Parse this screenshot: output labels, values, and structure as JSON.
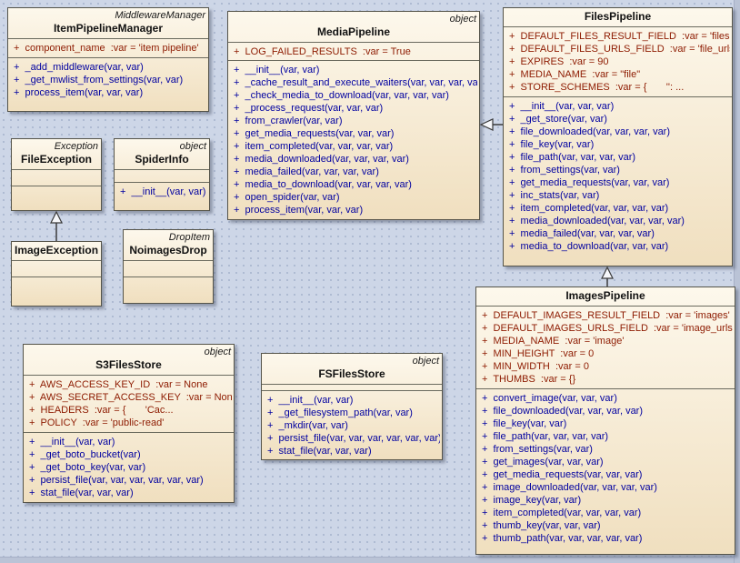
{
  "colors": {
    "canvas_bg": "#cdd6e7",
    "canvas_dot": "#a9b6cf",
    "box_fill_top": "#fdf8ec",
    "box_fill_bottom": "#f0dfbf",
    "box_border": "#55544a",
    "attr_text": "#8d1a00",
    "method_text": "#0000a0",
    "name_text": "#111111"
  },
  "classes": [
    {
      "stereotype": "MiddlewareManager",
      "name": "ItemPipelineManager",
      "attributes": [
        "+  component_name  :var = 'item pipeline'"
      ],
      "methods": [
        "+  _add_middleware(var, var)",
        "+  _get_mwlist_from_settings(var, var)",
        "+  process_item(var, var, var)"
      ]
    },
    {
      "stereotype": "object",
      "name": "MediaPipeline",
      "attributes": [
        "+  LOG_FAILED_RESULTS  :var = True"
      ],
      "methods": [
        "+  __init__(var, var)",
        "+  _cache_result_and_execute_waiters(var, var, var, var)",
        "+  _check_media_to_download(var, var, var, var)",
        "+  _process_request(var, var, var)",
        "+  from_crawler(var, var)",
        "+  get_media_requests(var, var, var)",
        "+  item_completed(var, var, var, var)",
        "+  media_downloaded(var, var, var, var)",
        "+  media_failed(var, var, var, var)",
        "+  media_to_download(var, var, var, var)",
        "+  open_spider(var, var)",
        "+  process_item(var, var, var)"
      ]
    },
    {
      "stereotype": "",
      "name": "FilesPipeline",
      "attributes": [
        "+  DEFAULT_FILES_RESULT_FIELD  :var = 'files'",
        "+  DEFAULT_FILES_URLS_FIELD  :var = 'file_urls'",
        "+  EXPIRES  :var = 90",
        "+  MEDIA_NAME  :var = \"file\"",
        "+  STORE_SCHEMES  :var = {       '': ..."
      ],
      "methods": [
        "+  __init__(var, var, var)",
        "+  _get_store(var, var)",
        "+  file_downloaded(var, var, var, var)",
        "+  file_key(var, var)",
        "+  file_path(var, var, var, var)",
        "+  from_settings(var, var)",
        "+  get_media_requests(var, var, var)",
        "+  inc_stats(var, var)",
        "+  item_completed(var, var, var, var)",
        "+  media_downloaded(var, var, var, var)",
        "+  media_failed(var, var, var, var)",
        "+  media_to_download(var, var, var)"
      ]
    },
    {
      "stereotype": "Exception",
      "name": "FileException",
      "attributes": [],
      "methods": []
    },
    {
      "stereotype": "object",
      "name": "SpiderInfo",
      "attributes": [],
      "methods": [
        "+  __init__(var, var)"
      ]
    },
    {
      "stereotype": "",
      "name": "ImageException",
      "attributes": [],
      "methods": []
    },
    {
      "stereotype": "DropItem",
      "name": "NoimagesDrop",
      "attributes": [],
      "methods": []
    },
    {
      "stereotype": "object",
      "name": "S3FilesStore",
      "attributes": [
        "+  AWS_ACCESS_KEY_ID  :var = None",
        "+  AWS_SECRET_ACCESS_KEY  :var = None",
        "+  HEADERS  :var = {       'Cac...",
        "+  POLICY  :var = 'public-read'"
      ],
      "methods": [
        "+  __init__(var, var)",
        "+  _get_boto_bucket(var)",
        "+  _get_boto_key(var, var)",
        "+  persist_file(var, var, var, var, var, var)",
        "+  stat_file(var, var, var)"
      ]
    },
    {
      "stereotype": "object",
      "name": "FSFilesStore",
      "attributes": [],
      "methods": [
        "+  __init__(var, var)",
        "+  _get_filesystem_path(var, var)",
        "+  _mkdir(var, var)",
        "+  persist_file(var, var, var, var, var, var)",
        "+  stat_file(var, var, var)"
      ]
    },
    {
      "stereotype": "",
      "name": "ImagesPipeline",
      "attributes": [
        "+  DEFAULT_IMAGES_RESULT_FIELD  :var = 'images'",
        "+  DEFAULT_IMAGES_URLS_FIELD  :var = 'image_urls'",
        "+  MEDIA_NAME  :var = 'image'",
        "+  MIN_HEIGHT  :var = 0",
        "+  MIN_WIDTH  :var = 0",
        "+  THUMBS  :var = {}"
      ],
      "methods": [
        "+  convert_image(var, var, var)",
        "+  file_downloaded(var, var, var, var)",
        "+  file_key(var, var)",
        "+  file_path(var, var, var, var)",
        "+  from_settings(var, var)",
        "+  get_images(var, var, var)",
        "+  get_media_requests(var, var, var)",
        "+  image_downloaded(var, var, var, var)",
        "+  image_key(var, var)",
        "+  item_completed(var, var, var, var)",
        "+  thumb_key(var, var, var)",
        "+  thumb_path(var, var, var, var, var)"
      ]
    }
  ],
  "relationships": [
    {
      "type": "generalization",
      "from": "FilesPipeline",
      "to": "MediaPipeline"
    },
    {
      "type": "generalization",
      "from": "ImageException",
      "to": "FileException"
    },
    {
      "type": "generalization",
      "from": "ImagesPipeline",
      "to": "FilesPipeline"
    }
  ]
}
